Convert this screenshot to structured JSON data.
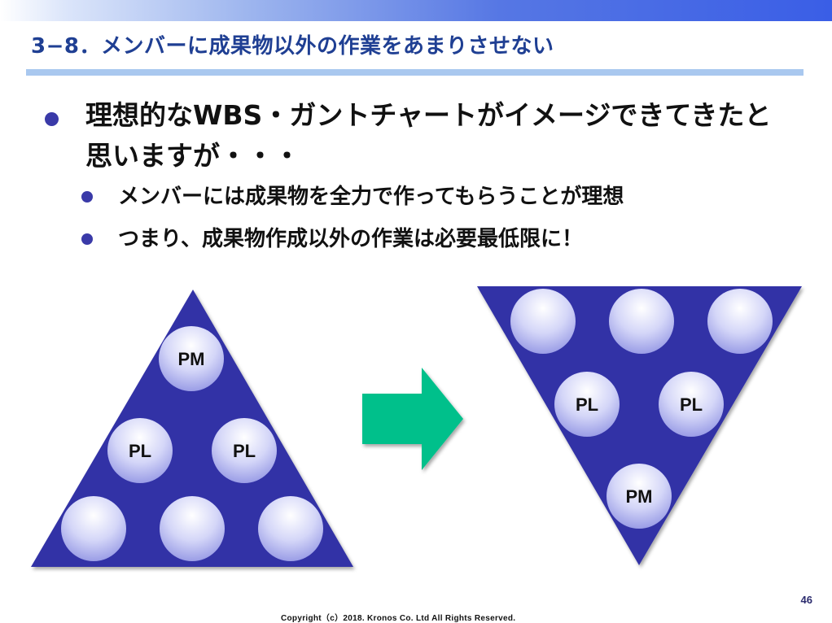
{
  "slide": {
    "title": "3−8．メンバーに成果物以外の作業をあまりさせない",
    "page_number": "46",
    "copyright": "Copyright（c）2018. Kronos Co. Ltd All Rights Reserved."
  },
  "bullets": {
    "main": "理想的なWBS・ガントチャートがイメージできてきたと思いますが・・・",
    "sub": [
      "メンバーには成果物を全力で作ってもらうことが理想",
      "つまり、成果物作成以外の作業は必要最低限に！"
    ]
  },
  "diagram": {
    "left_pyramid": {
      "top": "PM",
      "middle": [
        "PL",
        "PL"
      ],
      "bottom": [
        "",
        "",
        ""
      ]
    },
    "right_pyramid": {
      "top": [
        "",
        "",
        ""
      ],
      "middle": [
        "PL",
        "PL"
      ],
      "bottom": "PM"
    },
    "colors": {
      "triangle": "#3333a6",
      "arrow": "#00c08b",
      "circle": "#c6c8f5"
    }
  }
}
